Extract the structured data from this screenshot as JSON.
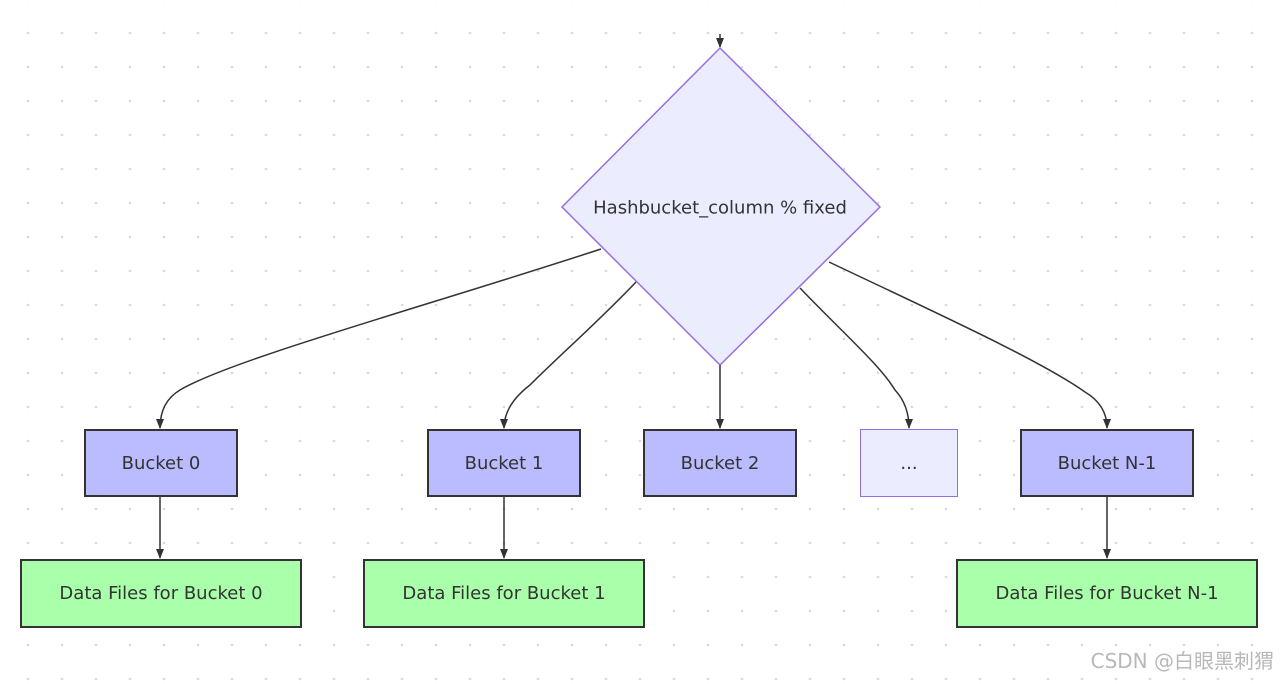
{
  "diagram": {
    "decision": {
      "label": "Hashbucket_column % fixed"
    },
    "buckets": [
      {
        "id": "b0",
        "label": "Bucket 0"
      },
      {
        "id": "b1",
        "label": "Bucket 1"
      },
      {
        "id": "b2",
        "label": "Bucket 2"
      },
      {
        "id": "bx",
        "label": "..."
      },
      {
        "id": "bn",
        "label": "Bucket N-1"
      }
    ],
    "data_files": [
      {
        "id": "d0",
        "label": "Data Files for Bucket 0"
      },
      {
        "id": "d1",
        "label": "Data Files for Bucket 1"
      },
      {
        "id": "dn",
        "label": "Data Files for Bucket N-1"
      }
    ],
    "colors": {
      "decision_fill": "#ececff",
      "decision_stroke": "#9370db",
      "bucket_fill": "#bbbbff",
      "data_file_fill": "#aaffaa",
      "edge": "#333333"
    }
  },
  "watermark": {
    "text": "CSDN @白眼黑刺猬"
  }
}
